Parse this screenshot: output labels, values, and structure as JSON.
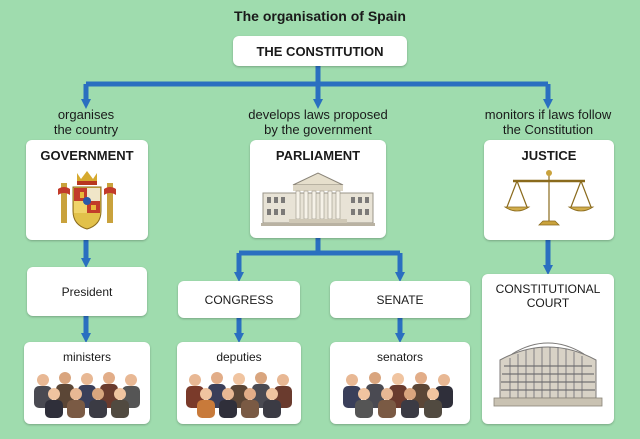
{
  "title": "The organisation of Spain",
  "constitution": "THE CONSTITUTION",
  "captions": {
    "government": [
      "organises",
      "the country"
    ],
    "parliament": [
      "develops laws proposed",
      "by the government"
    ],
    "justice": [
      "monitors if laws follow",
      "the Constitution"
    ]
  },
  "government": {
    "label": "GOVERNMENT",
    "icon": "coat-of-arms-icon"
  },
  "parliament": {
    "label": "PARLIAMENT",
    "icon": "parliament-building-icon"
  },
  "justice": {
    "label": "JUSTICE",
    "icon": "scales-icon"
  },
  "president": "President",
  "ministers": "ministers",
  "congress": "CONGRESS",
  "senate": "SENATE",
  "deputies": "deputies",
  "senators": "senators",
  "court": [
    "CONSTITUTIONAL",
    "COURT"
  ],
  "colors": {
    "background": "#9fdcae",
    "arrow": "#2a6fc0",
    "box": "#ffffff"
  }
}
